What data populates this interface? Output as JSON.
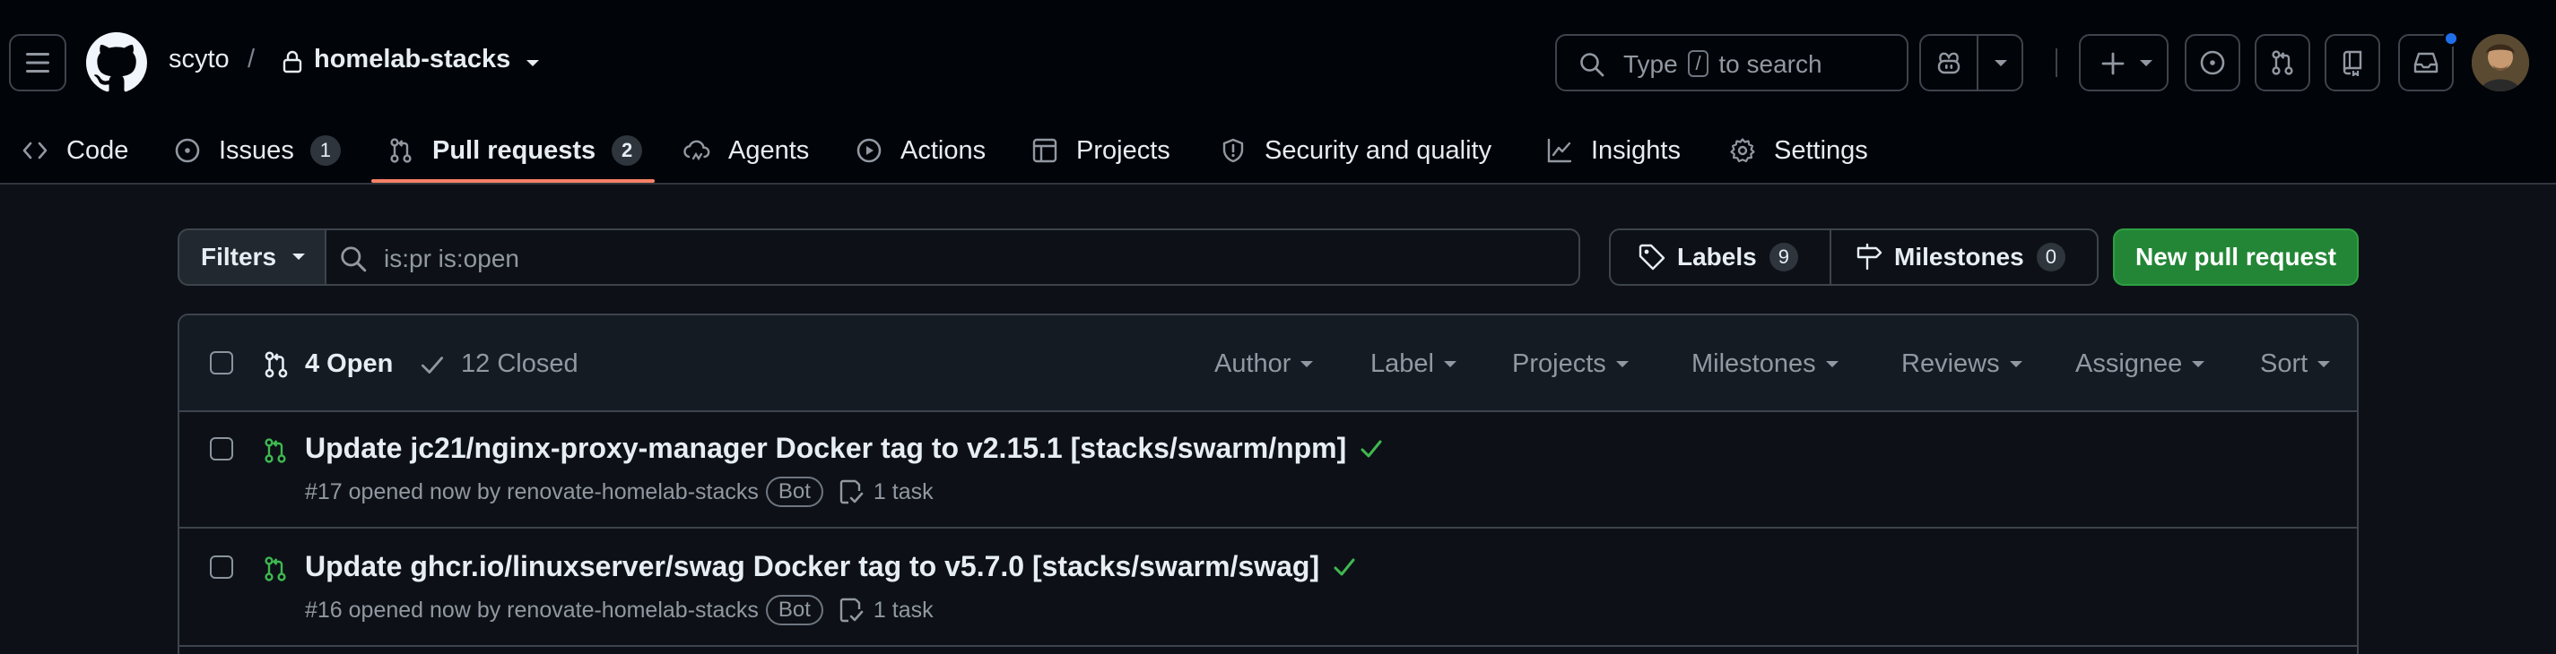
{
  "header": {
    "owner": "scyto",
    "separator": "/",
    "repo": "homelab-stacks",
    "search": {
      "prefix": "Type",
      "key": "/",
      "suffix": "to search"
    },
    "icons": [
      "hamburger-icon",
      "github-logo",
      "lock-icon",
      "copilot-icon",
      "plus-icon",
      "issue-icon",
      "pull-request-icon",
      "repo-icon",
      "inbox-icon"
    ]
  },
  "tabs": [
    {
      "label": "Code",
      "icon": "code-icon"
    },
    {
      "label": "Issues",
      "icon": "issue-icon",
      "count": "1"
    },
    {
      "label": "Pull requests",
      "icon": "pull-request-icon",
      "count": "2",
      "selected": true
    },
    {
      "label": "Agents",
      "icon": "agents-icon"
    },
    {
      "label": "Actions",
      "icon": "play-icon"
    },
    {
      "label": "Projects",
      "icon": "table-icon"
    },
    {
      "label": "Security and quality",
      "icon": "shield-icon"
    },
    {
      "label": "Insights",
      "icon": "graph-icon"
    },
    {
      "label": "Settings",
      "icon": "gear-icon"
    }
  ],
  "filterbar": {
    "filters_label": "Filters",
    "query": "is:pr is:open",
    "labels_label": "Labels",
    "labels_count": "9",
    "milestones_label": "Milestones",
    "milestones_count": "0",
    "new_pr_label": "New pull request"
  },
  "list": {
    "open_label": "4 Open",
    "closed_label": "12 Closed",
    "filters": [
      "Author",
      "Label",
      "Projects",
      "Milestones",
      "Reviews",
      "Assignee",
      "Sort"
    ],
    "rows": [
      {
        "title": "Update jc21/nginx-proxy-manager Docker tag to v2.15.1 [stacks/swarm/npm]",
        "meta": "#17 opened now by renovate-homelab-stacks",
        "badge": "Bot",
        "tasks": "1 task"
      },
      {
        "title": "Update ghcr.io/linuxserver/swag Docker tag to v5.7.0 [stacks/swarm/swag]",
        "meta": "#16 opened now by renovate-homelab-stacks",
        "badge": "Bot",
        "tasks": "1 task"
      }
    ]
  },
  "colors": {
    "accent_underline": "#f78166",
    "open_green": "#3fb950",
    "primary_button": "#238636",
    "notification_dot": "#1f6feb"
  }
}
